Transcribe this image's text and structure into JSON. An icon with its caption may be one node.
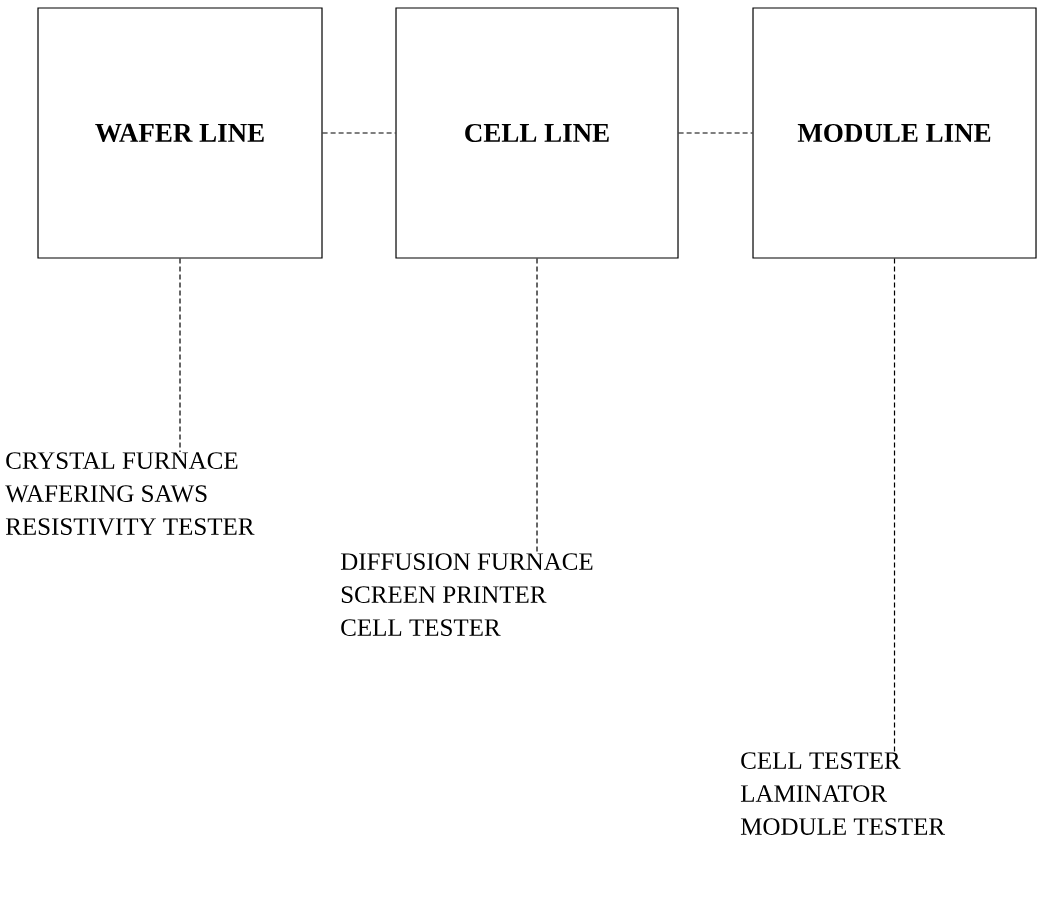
{
  "diagram": {
    "nodes": [
      {
        "text": [
          "WAFER  LINE"
        ]
      },
      {
        "text": [
          "CELL LINE"
        ]
      },
      {
        "text": [
          "MODULE LINE"
        ]
      },
      {
        "text": [
          "CRYSTAL FURNACE",
          "WAFERING SAWS",
          "RESISTIVITY TESTER"
        ]
      },
      {
        "text": [
          "DIFFUSION FURNACE",
          "SCREEN PRINTER",
          "CELL TESTER"
        ]
      },
      {
        "text": [
          "CELL TESTER",
          "LAMINATOR",
          "MODULE TESTER"
        ]
      }
    ],
    "edges": [
      {
        "from": 0,
        "to": 1,
        "arrow": "none",
        "style": "dashed"
      },
      {
        "from": 1,
        "to": 2,
        "arrow": "none",
        "style": "dashed"
      },
      {
        "from": 0,
        "to": 3,
        "arrow": "none",
        "style": "dashed"
      },
      {
        "from": 1,
        "to": 4,
        "arrow": "none",
        "style": "dashed"
      },
      {
        "from": 2,
        "to": 5,
        "arrow": "none",
        "style": "dashed"
      }
    ]
  }
}
